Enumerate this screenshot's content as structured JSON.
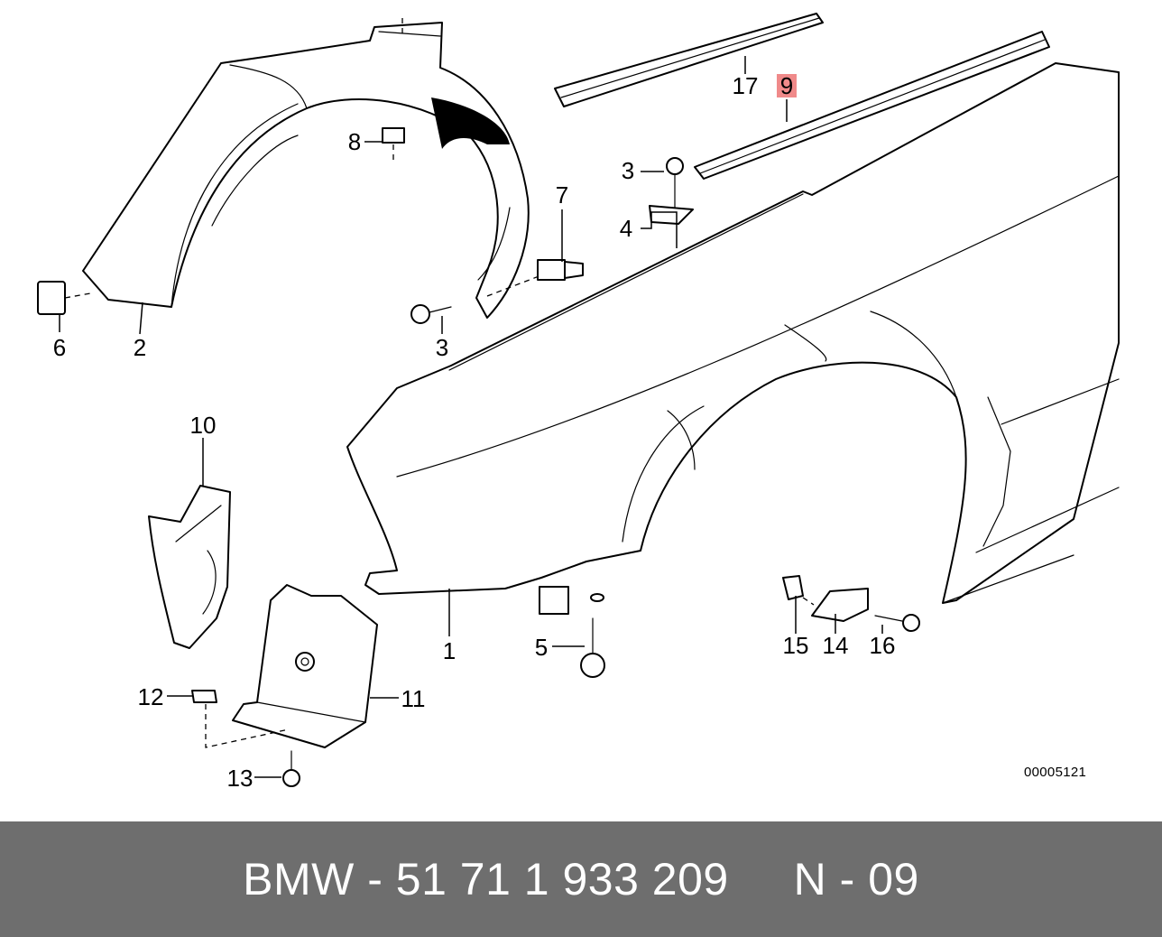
{
  "diagram": {
    "callouts": [
      {
        "id": "c17",
        "label": "17"
      },
      {
        "id": "c9",
        "label": "9",
        "highlighted": true
      },
      {
        "id": "c8",
        "label": "8"
      },
      {
        "id": "c3a",
        "label": "3"
      },
      {
        "id": "c4",
        "label": "4"
      },
      {
        "id": "c7",
        "label": "7"
      },
      {
        "id": "c6",
        "label": "6"
      },
      {
        "id": "c2",
        "label": "2"
      },
      {
        "id": "c3b",
        "label": "3"
      },
      {
        "id": "c10",
        "label": "10"
      },
      {
        "id": "c1",
        "label": "1"
      },
      {
        "id": "c5",
        "label": "5"
      },
      {
        "id": "c15",
        "label": "15"
      },
      {
        "id": "c14",
        "label": "14"
      },
      {
        "id": "c16",
        "label": "16"
      },
      {
        "id": "c12",
        "label": "12"
      },
      {
        "id": "c11",
        "label": "11"
      },
      {
        "id": "c13",
        "label": "13"
      }
    ],
    "document_code": "00005121",
    "highlight_color": "#f08a8a"
  },
  "footer": {
    "text": "BMW - 51 71 1 933 209     N - 09",
    "background": "#6e6e6e"
  }
}
